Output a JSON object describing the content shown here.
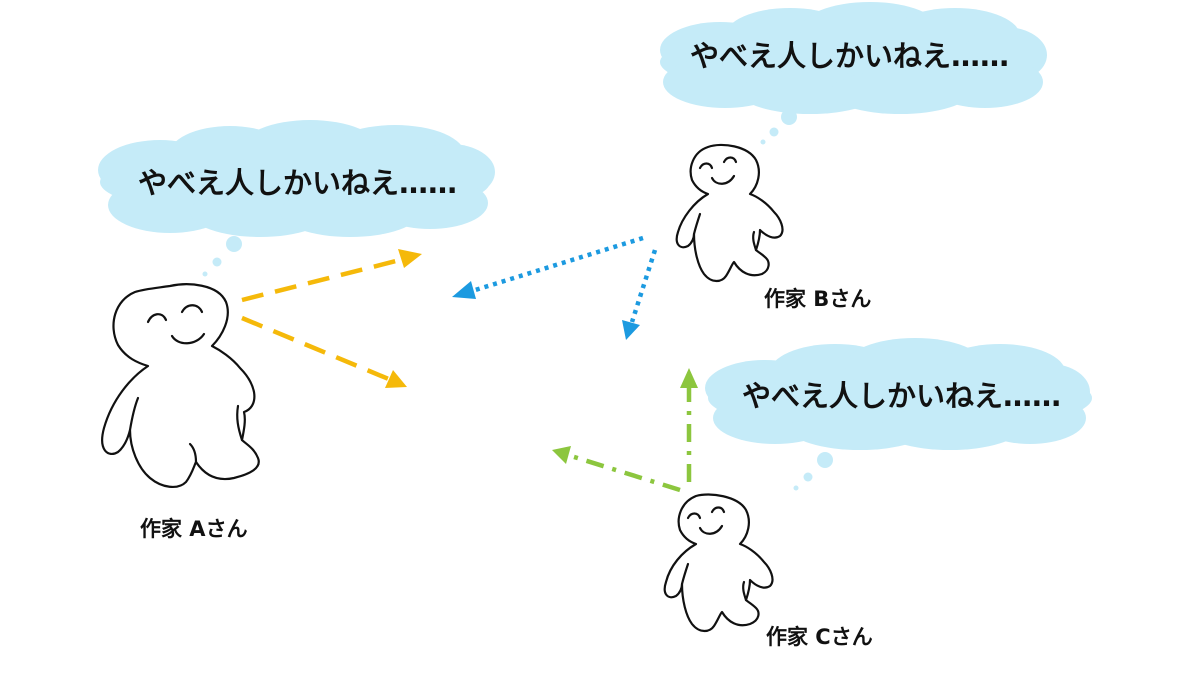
{
  "thoughts": {
    "a": "やべえ人しかいねえ……",
    "b": "やべえ人しかいねえ……",
    "c": "やべえ人しかいねえ……"
  },
  "authors": {
    "a": "作家 Aさん",
    "b": "作家 Bさん",
    "c": "作家 Cさん"
  },
  "colors": {
    "cloud": "#c5ebf8",
    "arrow_a": "#f5b90a",
    "arrow_b": "#1c9ae0",
    "arrow_c": "#8cc63e"
  }
}
